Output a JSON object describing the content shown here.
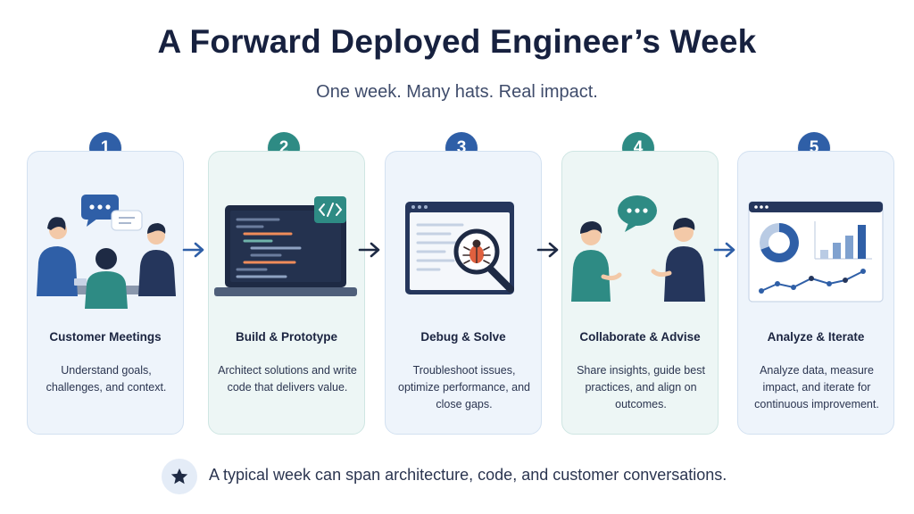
{
  "header": {
    "title": "A Forward Deployed Engineer’s Week",
    "subtitle": "One week. Many hats. Real impact."
  },
  "steps": [
    {
      "number": "1",
      "title": "Customer Meetings",
      "desc": "Understand goals, challenges, and context.",
      "accent": "#2f5fa7"
    },
    {
      "number": "2",
      "title": "Build & Prototype",
      "desc": "Architect solutions and write code that delivers value.",
      "accent": "#2e8b84"
    },
    {
      "number": "3",
      "title": "Debug & Solve",
      "desc": "Troubleshoot issues, optimize performance, and close gaps.",
      "accent": "#2f5fa7"
    },
    {
      "number": "4",
      "title": "Collaborate & Advise",
      "desc": "Share insights, guide best practices, and align on outcomes.",
      "accent": "#2e8b84"
    },
    {
      "number": "5",
      "title": "Analyze & Iterate",
      "desc": "Analyze data, measure impact, and iterate for continuous improvement.",
      "accent": "#2f5fa7"
    }
  ],
  "footer": {
    "icon": "star-icon",
    "text": "A typical week can span architecture, code, and customer conversations."
  },
  "colors": {
    "navy": "#17213f",
    "blue": "#2f5fa7",
    "teal": "#2e8b84",
    "blue_card": "#eef4fb",
    "green_card": "#edf6f5"
  }
}
